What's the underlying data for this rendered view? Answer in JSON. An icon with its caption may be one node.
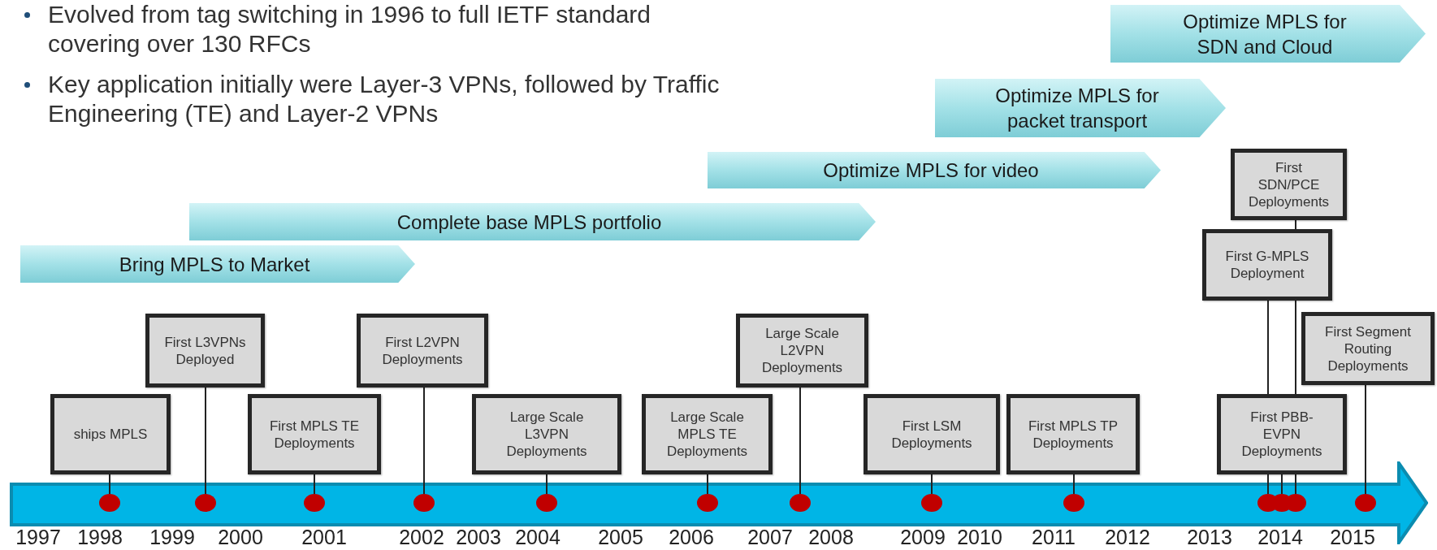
{
  "diagram": {
    "nodes": [
      {
        "text": [
          "Optimize MPLS for SDN and Cloud"
        ]
      },
      {
        "text": [
          "Optimize MPLS for packet transport"
        ]
      },
      {
        "text": [
          "Optimize MPLS for video"
        ]
      },
      {
        "text": [
          "Complete base MPLS portfolio"
        ]
      },
      {
        "text": [
          "Bring MPLS to Market"
        ]
      },
      {
        "text": [
          "ships MPLS"
        ]
      },
      {
        "text": [
          "First L3VPNs Deployed"
        ]
      },
      {
        "text": [
          "First MPLS TE Deployments"
        ]
      },
      {
        "text": [
          "First L2VPN Deployments"
        ]
      },
      {
        "text": [
          "Large Scale L3VPN Deployments"
        ]
      },
      {
        "text": [
          "Large Scale MPLS TE Deployments"
        ]
      },
      {
        "text": [
          "Large Scale L2VPN Deployments"
        ]
      },
      {
        "text": [
          "First LSM Deployments"
        ]
      },
      {
        "text": [
          "First MPLS TP Deployments"
        ]
      },
      {
        "text": [
          "First SDN/PCE Deployments"
        ]
      },
      {
        "text": [
          "First G-MPLS Deployment"
        ]
      },
      {
        "text": [
          "First Segment Routing Deployments"
        ]
      },
      {
        "text": [
          "First PBB-EVPN Deployments"
        ]
      },
      {
        "text": [],
        "shape": "arrow"
      },
      {
        "text": [],
        "shape": "circle",
        "in": 18
      },
      {
        "text": [],
        "shape": "circle",
        "in": 18
      },
      {
        "text": [],
        "shape": "circle",
        "in": 18
      },
      {
        "text": [],
        "shape": "circle",
        "in": 18
      },
      {
        "text": [],
        "shape": "circle",
        "in": 18
      },
      {
        "text": [],
        "shape": "circle",
        "in": 18
      },
      {
        "text": [],
        "shape": "circle",
        "in": 18
      },
      {
        "text": [],
        "shape": "circle",
        "in": 18
      },
      {
        "text": [],
        "shape": "circle",
        "in": 18
      },
      {
        "text": [],
        "shape": "circle",
        "in": 18
      },
      {
        "text": [],
        "shape": "circle",
        "in": 18
      },
      {
        "text": [],
        "shape": "circle",
        "in": 18
      },
      {
        "text": [],
        "shape": "circle",
        "in": 18
      }
    ],
    "edges": [
      {
        "from": 5,
        "to": 19,
        "arrow": "none"
      },
      {
        "from": 6,
        "to": 20,
        "arrow": "none"
      },
      {
        "from": 7,
        "to": 21,
        "arrow": "none"
      },
      {
        "from": 8,
        "to": 22,
        "arrow": "none"
      },
      {
        "from": 9,
        "to": 23,
        "arrow": "none"
      },
      {
        "from": 10,
        "to": 24,
        "arrow": "none"
      },
      {
        "from": 11,
        "to": 25,
        "arrow": "none"
      },
      {
        "from": 12,
        "to": 26,
        "arrow": "none"
      },
      {
        "from": 13,
        "to": 27,
        "arrow": "none"
      },
      {
        "from": 15,
        "to": 28,
        "arrow": "none"
      },
      {
        "from": 17,
        "to": 29,
        "arrow": "none"
      },
      {
        "from": 14,
        "to": 30,
        "arrow": "none"
      },
      {
        "from": 16,
        "to": 31,
        "arrow": "none"
      }
    ],
    "labels": [
      "Evolved from tag switching in 1996 to full IETF standard covering over 130 RFCs",
      "Key application initially were Layer-3 VPNs, followed by Traffic Engineering (TE) and Layer-2 VPNs",
      "1997",
      "1998",
      "1999",
      "2000",
      "2001",
      "2002",
      "2003",
      "2004",
      "2005",
      "2006",
      "2007",
      "2008",
      "2009",
      "2010",
      "2011",
      "2012",
      "2013",
      "2014",
      "2015"
    ]
  }
}
